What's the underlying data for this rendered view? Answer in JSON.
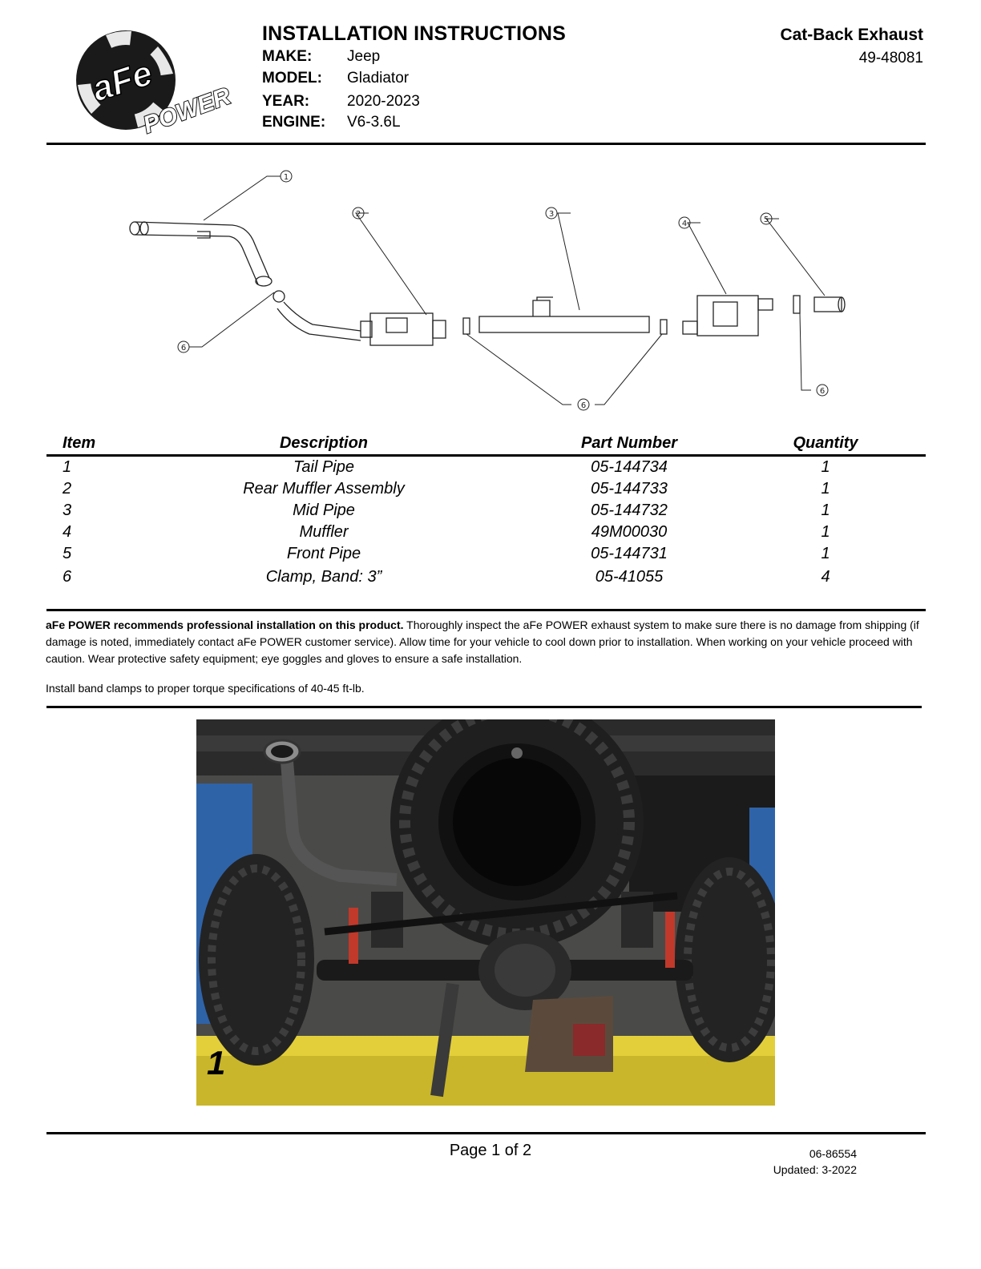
{
  "logo": {
    "brand": "aFe",
    "sub": "POWER"
  },
  "header": {
    "title": "INSTALLATION INSTRUCTIONS",
    "product": "Cat-Back Exhaust",
    "product_number": "49-48081",
    "specs": [
      {
        "key": "MAKE:",
        "value": "Jeep"
      },
      {
        "key": "MODEL:",
        "value": "Gladiator"
      },
      {
        "key": "YEAR:",
        "value": "2020-2023"
      },
      {
        "key": "ENGINE:",
        "value": "V6-3.6L"
      }
    ]
  },
  "diagram": {
    "callouts": [
      "1",
      "2",
      "3",
      "4",
      "5",
      "6",
      "6",
      "6"
    ]
  },
  "parts_table": {
    "headers": {
      "item": "Item",
      "description": "Description",
      "part_number": "Part Number",
      "quantity": "Quantity"
    },
    "rows": [
      {
        "item": "1",
        "description": "Tail Pipe",
        "part_number": "05-144734",
        "quantity": "1"
      },
      {
        "item": "2",
        "description": "Rear Muffler Assembly",
        "part_number": "05-144733",
        "quantity": "1"
      },
      {
        "item": "3",
        "description": "Mid Pipe",
        "part_number": "05-144732",
        "quantity": "1"
      },
      {
        "item": "4",
        "description": "Muffler",
        "part_number": "49M00030",
        "quantity": "1"
      },
      {
        "item": "5",
        "description": "Front Pipe",
        "part_number": "05-144731",
        "quantity": "1"
      },
      {
        "item": "6",
        "description": "Clamp, Band: 3”",
        "part_number": "05-41055",
        "quantity": "4"
      }
    ]
  },
  "notes": {
    "lead_bold": "aFe POWER recommends professional installation on this product.",
    "lead_text": " Thoroughly inspect the aFe POWER exhaust system to make sure there is no damage from shipping (if damage is noted, immediately contact aFe POWER customer service). Allow time for your vehicle to cool down prior to installation. When working on your vehicle proceed with caution. Wear protective safety equipment; eye goggles and gloves to ensure a safe installation.",
    "torque": "Install band clamps to proper torque specifications of 40-45 ft-lb."
  },
  "photo": {
    "label": "1"
  },
  "footer": {
    "page": "Page 1 of 2",
    "doc_number": "06-86554",
    "updated": "Updated: 3-2022"
  }
}
